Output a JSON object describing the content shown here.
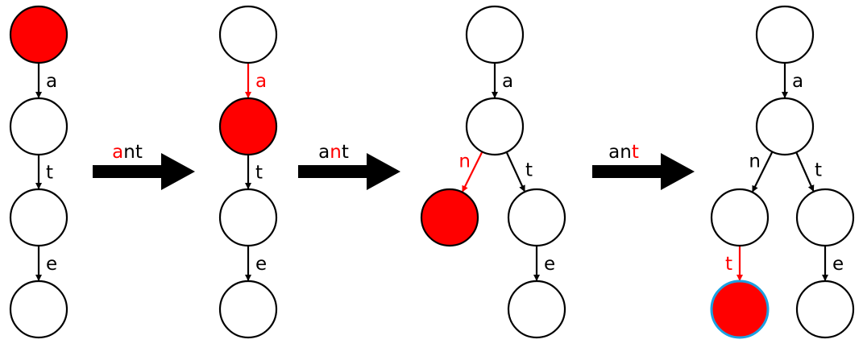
{
  "colors": {
    "highlight": "#ff0000",
    "stroke": "#000000",
    "final_ring": "#1ba1e2",
    "node_fill": "#ffffff"
  },
  "panels": [
    {
      "nodes": [
        {
          "id": "root",
          "state": "current"
        },
        {
          "id": "a",
          "state": "normal"
        },
        {
          "id": "at",
          "state": "normal"
        },
        {
          "id": "ate",
          "state": "normal"
        }
      ],
      "edges": [
        {
          "from": "root",
          "to": "a",
          "label": "a",
          "active": false
        },
        {
          "from": "a",
          "to": "at",
          "label": "t",
          "active": false
        },
        {
          "from": "at",
          "to": "ate",
          "label": "e",
          "active": false
        }
      ]
    },
    {
      "nodes": [
        {
          "id": "root",
          "state": "normal"
        },
        {
          "id": "a",
          "state": "current"
        },
        {
          "id": "at",
          "state": "normal"
        },
        {
          "id": "ate",
          "state": "normal"
        }
      ],
      "edges": [
        {
          "from": "root",
          "to": "a",
          "label": "a",
          "active": true
        },
        {
          "from": "a",
          "to": "at",
          "label": "t",
          "active": false
        },
        {
          "from": "at",
          "to": "ate",
          "label": "e",
          "active": false
        }
      ]
    },
    {
      "nodes": [
        {
          "id": "root",
          "state": "normal"
        },
        {
          "id": "a",
          "state": "normal"
        },
        {
          "id": "an",
          "state": "current"
        },
        {
          "id": "at",
          "state": "normal"
        },
        {
          "id": "ate",
          "state": "normal"
        }
      ],
      "edges": [
        {
          "from": "root",
          "to": "a",
          "label": "a",
          "active": false
        },
        {
          "from": "a",
          "to": "an",
          "label": "n",
          "active": true
        },
        {
          "from": "a",
          "to": "at",
          "label": "t",
          "active": false
        },
        {
          "from": "at",
          "to": "ate",
          "label": "e",
          "active": false
        }
      ]
    },
    {
      "nodes": [
        {
          "id": "root",
          "state": "normal"
        },
        {
          "id": "a",
          "state": "normal"
        },
        {
          "id": "an",
          "state": "normal"
        },
        {
          "id": "at",
          "state": "normal"
        },
        {
          "id": "ant",
          "state": "final"
        },
        {
          "id": "ate",
          "state": "normal"
        }
      ],
      "edges": [
        {
          "from": "root",
          "to": "a",
          "label": "a",
          "active": false
        },
        {
          "from": "a",
          "to": "an",
          "label": "n",
          "active": false
        },
        {
          "from": "a",
          "to": "at",
          "label": "t",
          "active": false
        },
        {
          "from": "an",
          "to": "ant",
          "label": "t",
          "active": true
        },
        {
          "from": "at",
          "to": "ate",
          "label": "e",
          "active": false
        }
      ]
    }
  ],
  "transitions": [
    {
      "word": [
        "a",
        "n",
        "t"
      ],
      "active_index": 0
    },
    {
      "word": [
        "a",
        "n",
        "t"
      ],
      "active_index": 1
    },
    {
      "word": [
        "a",
        "n",
        "t"
      ],
      "active_index": 2
    }
  ]
}
